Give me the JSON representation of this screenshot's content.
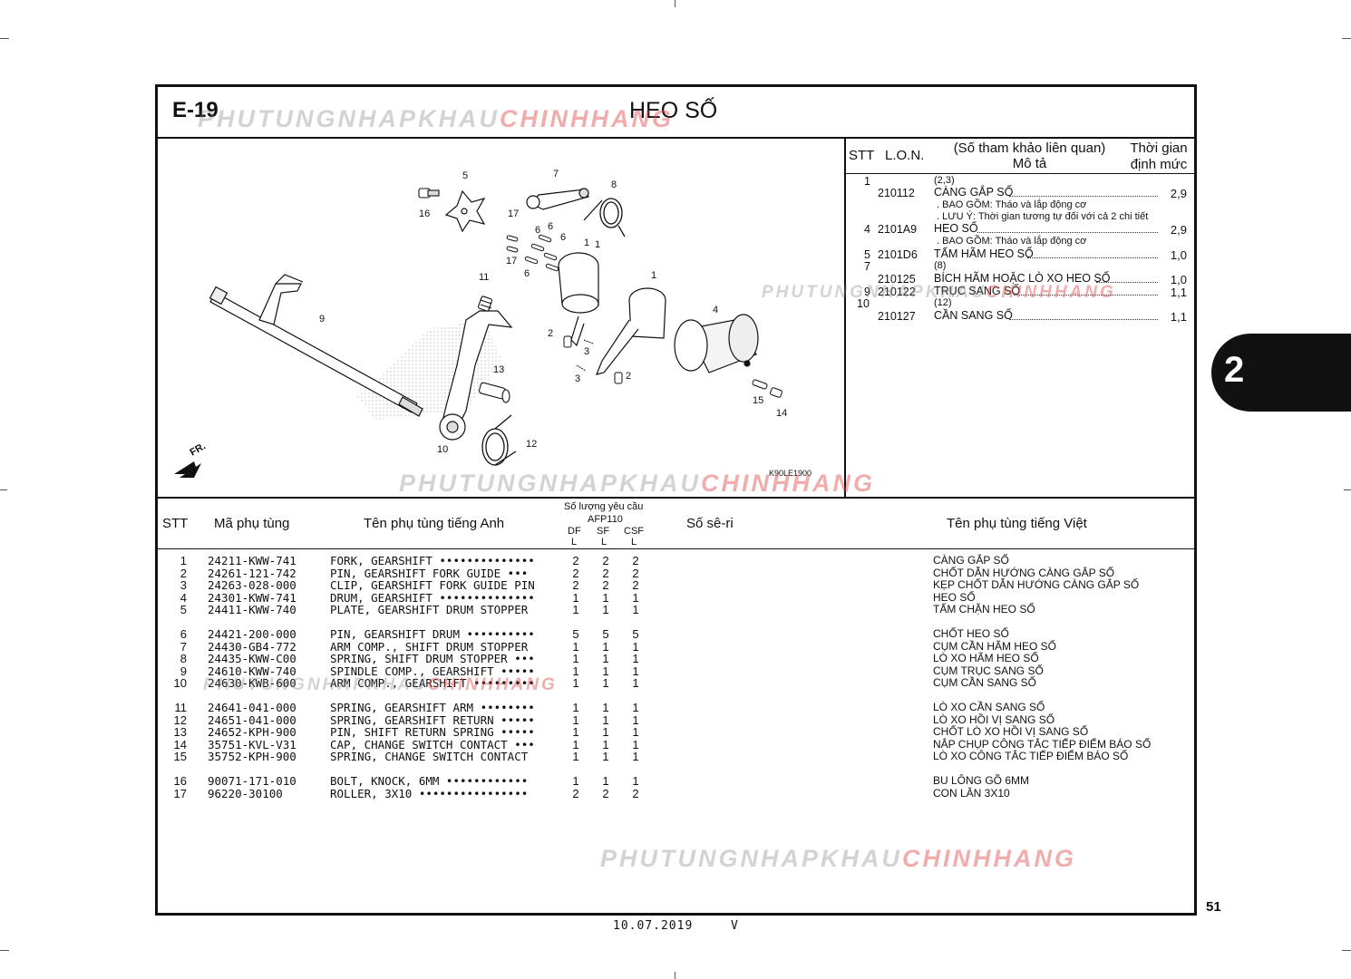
{
  "header": {
    "section_code": "E-19",
    "title": "HEO SỐ"
  },
  "rate_panel": {
    "col_stt": "STT",
    "col_lon": "L.O.N.",
    "col_ref": "(Số tham khảo liên quan)",
    "col_desc": "Mô tả",
    "col_time": "Thời gian",
    "col_time2": "định mức",
    "rows": [
      {
        "stt": "1",
        "ref": "(2,3)",
        "code": "210112",
        "desc": "CÀNG GẮP SỐ",
        "value": "2,9"
      },
      {
        "note": ". BAO GỒM: Tháo và lắp động cơ"
      },
      {
        "note": ". LƯU Ý: Thời gian tương tự đối với cả 2 chi tiết"
      },
      {
        "stt": "4",
        "code": "2101A9",
        "desc": "HEO SỐ",
        "value": "2,9"
      },
      {
        "note": ". BAO GỒM: Tháo và lắp động cơ"
      },
      {
        "stt": "5",
        "code": "2101D6",
        "desc": "TẤM HÃM HEO SỐ",
        "value": "1,0"
      },
      {
        "stt": "7",
        "ref": "(8)",
        "code": "210125",
        "desc": "BÍCH HÃM HOẶC LÒ XO HEO SỐ",
        "value": "1,0"
      },
      {
        "stt": "9",
        "code": "210122",
        "desc": "TRỤC SANG SỐ",
        "value": "1,1"
      },
      {
        "stt": "10",
        "ref": "(12)",
        "code": "210127",
        "desc": "CẦN SANG SỐ",
        "value": "1,1"
      }
    ]
  },
  "diagram": {
    "callouts": [
      "1",
      "1",
      "1",
      "2",
      "2",
      "3",
      "3",
      "4",
      "5",
      "6",
      "6",
      "6",
      "6",
      "7",
      "8",
      "9",
      "10",
      "11",
      "12",
      "13",
      "14",
      "15",
      "16",
      "17",
      "17"
    ],
    "front_label": "FR.",
    "figure_code": "K90LE1900"
  },
  "table": {
    "h_stt": "STT",
    "h_code": "Mã phụ tùng",
    "h_en": "Tên phụ tùng tiếng Anh",
    "h_qty": "Số lượng yêu cầu",
    "h_model": "AFP110",
    "h_variants": [
      "DF",
      "SF",
      "CSF"
    ],
    "h_variant_sub": [
      "L",
      "L",
      "L"
    ],
    "h_serial": "Số sê-ri",
    "h_vn": "Tên phụ tùng tiếng Việt",
    "rows": [
      {
        "stt": "1",
        "code": "24211-KWW-741",
        "en": "FORK, GEARSHIFT ••••••••••••••",
        "q": [
          "2",
          "2",
          "2"
        ],
        "vn": "CÀNG GẮP SỐ"
      },
      {
        "stt": "2",
        "code": "24261-121-742",
        "en": "PIN, GEARSHIFT FORK GUIDE •••",
        "q": [
          "2",
          "2",
          "2"
        ],
        "vn": "CHỐT DẪN HƯỚNG CÀNG GẮP SỐ"
      },
      {
        "stt": "3",
        "code": "24263-028-000",
        "en": "CLIP, GEARSHIFT FORK GUIDE PIN",
        "q": [
          "2",
          "2",
          "2"
        ],
        "vn": "KẸP CHỐT DẪN HƯỚNG CÀNG GẮP SỐ"
      },
      {
        "stt": "4",
        "code": "24301-KWW-741",
        "en": "DRUM, GEARSHIFT ••••••••••••••",
        "q": [
          "1",
          "1",
          "1"
        ],
        "vn": "HEO SỐ"
      },
      {
        "stt": "5",
        "code": "24411-KWW-740",
        "en": "PLATE, GEARSHIFT DRUM STOPPER",
        "q": [
          "1",
          "1",
          "1"
        ],
        "vn": "TẤM CHẶN HEO SỐ"
      },
      {
        "stt": "6",
        "code": "24421-200-000",
        "en": "PIN, GEARSHIFT DRUM ••••••••••",
        "q": [
          "5",
          "5",
          "5"
        ],
        "vn": "CHỐT HEO SỐ"
      },
      {
        "stt": "7",
        "code": "24430-GB4-772",
        "en": "ARM COMP., SHIFT DRUM STOPPER",
        "q": [
          "1",
          "1",
          "1"
        ],
        "vn": "CỤM CẦN HÃM HEO SỐ"
      },
      {
        "stt": "8",
        "code": "24435-KWW-C00",
        "en": "SPRING, SHIFT DRUM STOPPER •••",
        "q": [
          "1",
          "1",
          "1"
        ],
        "vn": "LÒ XO HÃM HEO SỐ"
      },
      {
        "stt": "9",
        "code": "24610-KWW-740",
        "en": "SPINDLE COMP., GEARSHIFT •••••",
        "q": [
          "1",
          "1",
          "1"
        ],
        "vn": "CỤM TRỤC SANG SỐ"
      },
      {
        "stt": "10",
        "code": "24630-KWB-600",
        "en": "ARM COMP., GEARSHIFT •••••••••",
        "q": [
          "1",
          "1",
          "1"
        ],
        "vn": "CỤM CẦN SANG SỐ"
      },
      {
        "stt": "11",
        "code": "24641-041-000",
        "en": "SPRING, GEARSHIFT ARM ••••••••",
        "q": [
          "1",
          "1",
          "1"
        ],
        "vn": "LÒ XO CẦN SANG SỐ"
      },
      {
        "stt": "12",
        "code": "24651-041-000",
        "en": "SPRING, GEARSHIFT RETURN •••••",
        "q": [
          "1",
          "1",
          "1"
        ],
        "vn": "LÒ XO HỒI VỊ SANG SỐ"
      },
      {
        "stt": "13",
        "code": "24652-KPH-900",
        "en": "PIN, SHIFT RETURN SPRING •••••",
        "q": [
          "1",
          "1",
          "1"
        ],
        "vn": "CHỐT LÒ XO HỒI VỊ SANG SỐ"
      },
      {
        "stt": "14",
        "code": "35751-KVL-V31",
        "en": "CAP, CHANGE SWITCH CONTACT •••",
        "q": [
          "1",
          "1",
          "1"
        ],
        "vn": "NẮP CHỤP CÔNG TẮC TIẾP ĐIỂM BÁO SỐ"
      },
      {
        "stt": "15",
        "code": "35752-KPH-900",
        "en": "SPRING, CHANGE SWITCH CONTACT",
        "q": [
          "1",
          "1",
          "1"
        ],
        "vn": "LÒ XO CÔNG TẮC TIẾP ĐIỂM BÁO SỐ"
      },
      {
        "stt": "16",
        "code": "90071-171-010",
        "en": "BOLT, KNOCK, 6MM ••••••••••••",
        "q": [
          "1",
          "1",
          "1"
        ],
        "vn": "BU LÔNG GÕ 6MM"
      },
      {
        "stt": "17",
        "code": "96220-30100",
        "en": "ROLLER, 3X10 ••••••••••••••••",
        "q": [
          "2",
          "2",
          "2"
        ],
        "vn": "CON LĂN 3X10"
      }
    ]
  },
  "watermark": {
    "part1": "PHUTUNGNHAPKHAU",
    "part2": "CHINHHANG"
  },
  "section_tab": "2",
  "page_number": "51",
  "footer": {
    "date": "10.07.2019",
    "rev": "V"
  }
}
